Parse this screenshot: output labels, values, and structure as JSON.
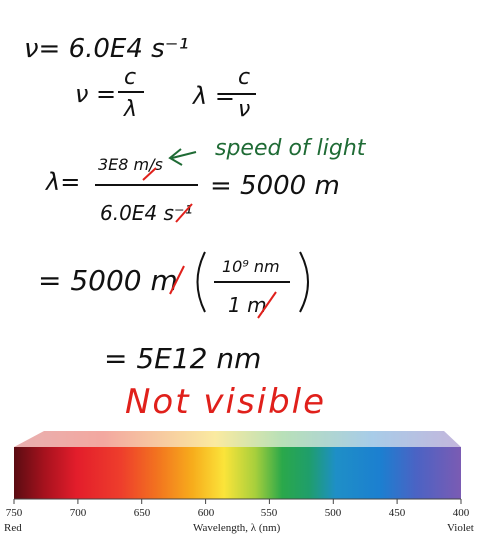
{
  "notes": {
    "line1": "ν= 6.0E4 s⁻¹",
    "eq_nu_lhs": "ν =",
    "eq_nu_num": "c",
    "eq_nu_den": "λ",
    "eq_lambda_lhs": "λ =",
    "eq_lambda_num": "c",
    "eq_lambda_den": "ν",
    "calc_lhs": "λ=",
    "calc_num": "3E8 m/s",
    "calc_den": "6.0E4 s⁻¹",
    "calc_result": "= 5000 m",
    "annotation": "speed of light",
    "conv_lhs": "= 5000 m",
    "conv_num": "10⁹ nm",
    "conv_den": "1 m",
    "final": "= 5E12 nm",
    "verdict": "Not visible"
  },
  "colors": {
    "ink": "#111111",
    "annotation": "#1f6b35",
    "verdict": "#e0201b",
    "cancel": "#e0201b"
  },
  "spectrum": {
    "ticks": [
      "750",
      "700",
      "650",
      "600",
      "550",
      "500",
      "450",
      "400"
    ],
    "left_end_label": "Red",
    "right_end_label": "Violet",
    "axis_label": "Wavelength, λ (nm)"
  }
}
